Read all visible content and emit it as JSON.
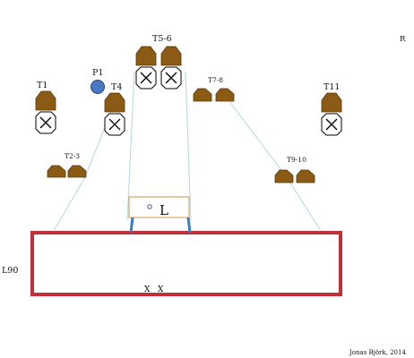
{
  "labels": {
    "corner": "R",
    "t1": "T1",
    "t2_3": "T2-3",
    "t4": "T4",
    "t5_6": "T5-6",
    "t7_8": "T7-8",
    "t9_10": "T9-10",
    "t11": "T11",
    "p1": "P1",
    "l90": "L90",
    "lamp_letter": "L",
    "floor_marks": [
      "X",
      "X"
    ],
    "credit": "Jonas Björk, 2014"
  },
  "colors": {
    "stand": "#8B5A14",
    "stand_outline": "#5a3806",
    "box_outline": "#000000",
    "arena": "#C0303A",
    "sight_line": "#b4d8e0",
    "p1_fill": "#4a78c0",
    "p1_outline": "#2a4a88",
    "lamp_frame": "#d4a56a",
    "lamp_legs": "#3a7cc0",
    "floor_mark": "#C0303A"
  },
  "icons": {
    "stand": "stand-shape-icon",
    "crossed_box": "x-box-icon",
    "p1": "circle-icon",
    "lamp_dot": "circle-icon"
  }
}
